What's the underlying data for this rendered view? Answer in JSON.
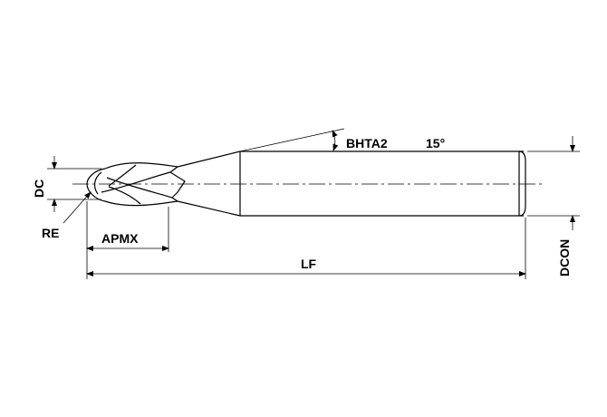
{
  "labels": {
    "dc": "DC",
    "re": "RE",
    "apmx": "APMX",
    "lf": "LF",
    "dcon": "DCON",
    "bhta2": "BHTA2",
    "angle": "15°"
  }
}
